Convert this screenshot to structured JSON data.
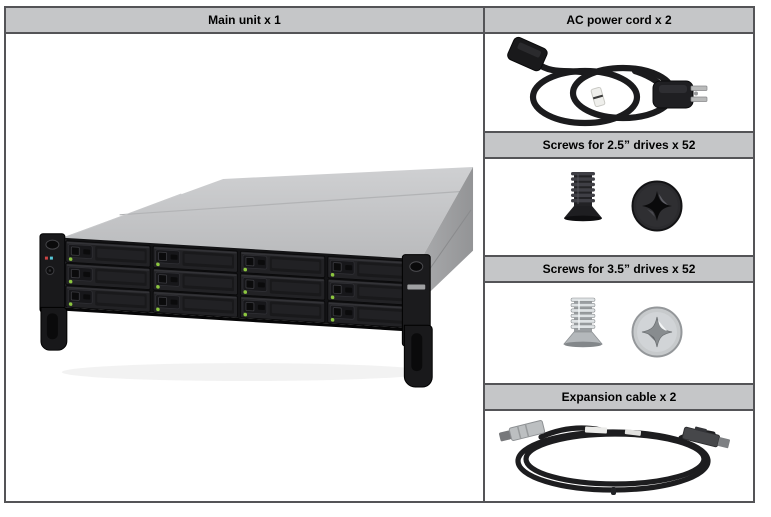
{
  "table": {
    "main": {
      "header": "Main unit x 1",
      "photo": "rackmount-nas-12-bay"
    },
    "accessories": [
      {
        "header": "AC power cord x 2",
        "photo": "ac-power-cord"
      },
      {
        "header": "Screws for 2.5” drives x 52",
        "photo": "black-screws-side-and-top"
      },
      {
        "header": "Screws for 3.5” drives x 52",
        "photo": "silver-screws-side-and-top"
      },
      {
        "header": "Expansion cable x 2",
        "photo": "expansion-cable"
      }
    ]
  },
  "colors": {
    "header_bg": "#c5c6c8",
    "table_border": "#545457",
    "header_text": "#000000",
    "led_green": "#8cc63f",
    "chassis_top": "#c6c7c9",
    "chassis_front": "#141416",
    "screw_black": "#26262a",
    "screw_silver": "#b2b6b9",
    "cable_black": "#1b1b1d"
  }
}
